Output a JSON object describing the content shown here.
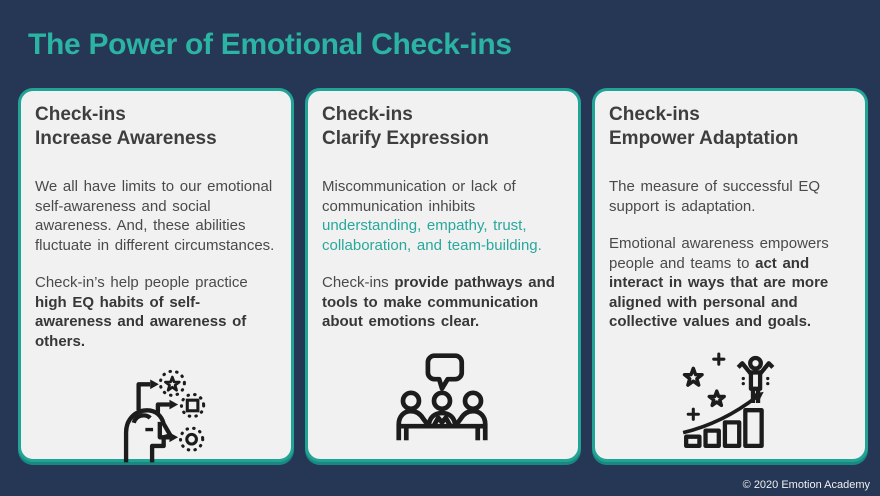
{
  "page": {
    "title": "The Power of Emotional Check-ins",
    "footer": "© 2020 Emotion Academy"
  },
  "colors": {
    "bg_navy": "#253755",
    "accent_teal": "#2BB3A3",
    "border_teal": "#21A396",
    "border_teal_dark": "#18897F",
    "card_bg": "#F1F1F1",
    "heading_color": "#3E3E3E",
    "body_color": "#4A4A4A",
    "bold_color": "#373737",
    "teal_text": "#28A89C",
    "footer_color": "#F0F0F0",
    "icon_stroke": "#1C1C1C"
  },
  "cards": [
    {
      "heading_line1": "Check-ins",
      "heading_line2": "Increase Awareness",
      "para1_normal": "We all have limits to our emotional self-awareness and social awareness. And, these abilities fluctuate in different circumstances.",
      "para2_normal": "Check-in’s help people practice ",
      "para2_bold": "high EQ habits of self-awareness and awareness of others.",
      "icon": "head-awareness-icon"
    },
    {
      "heading_line1": "Check-ins",
      "heading_line2": "Clarify Expression",
      "para1_normal": "Miscommunication or lack of communication inhibits ",
      "para1_teal": "understanding, empathy, trust, collaboration, and team-building.",
      "para2_normal": "Check-ins ",
      "para2_bold": "provide pathways and tools to make communication about emotions clear.",
      "icon": "meeting-discussion-icon"
    },
    {
      "heading_line1": "Check-ins",
      "heading_line2": "Empower Adaptation",
      "para1_normal": "The measure of successful EQ support is adaptation.",
      "para2_normal": "Emotional awareness empowers people and teams to ",
      "para2_bold": "act and interact in ways that are more aligned with personal and collective values and goals.",
      "icon": "success-growth-icon"
    }
  ]
}
